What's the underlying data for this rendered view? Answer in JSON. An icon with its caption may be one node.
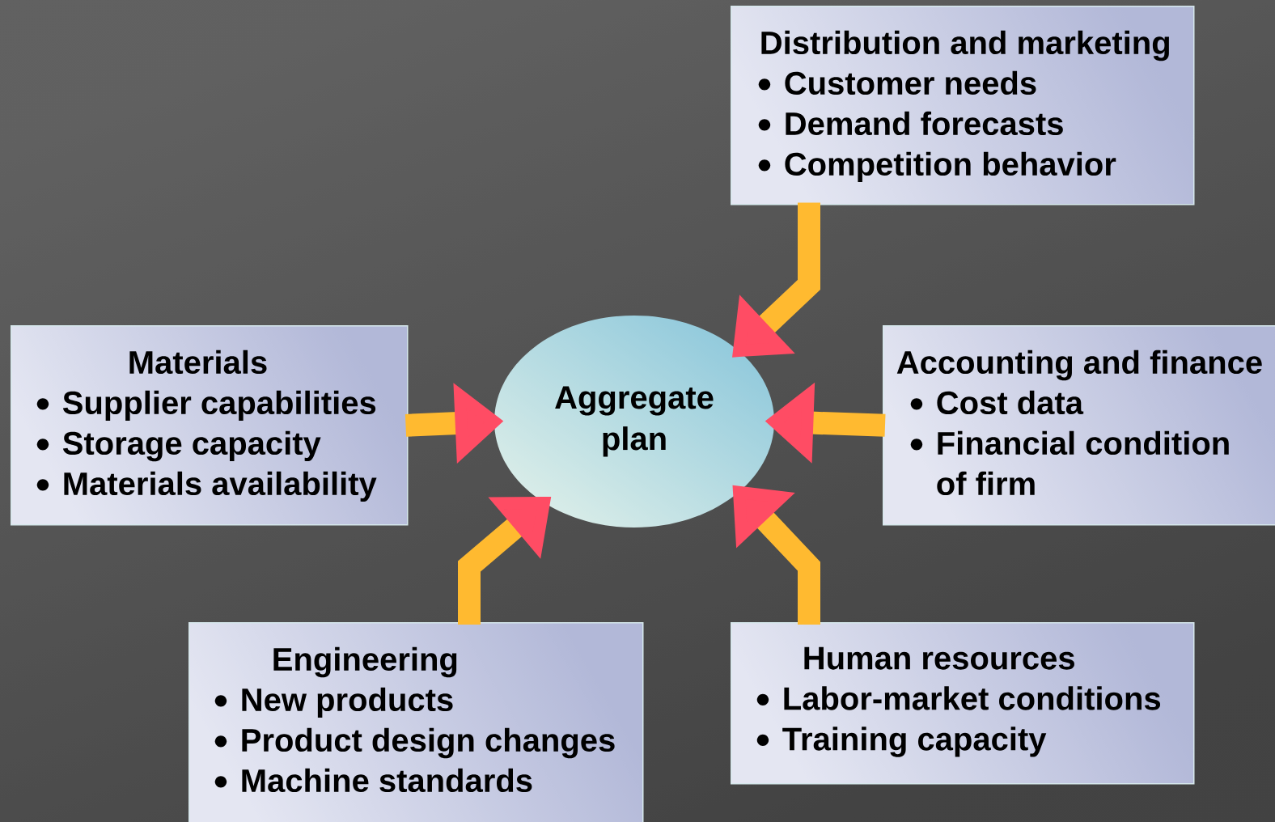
{
  "diagram": {
    "nodes": [
      {
        "text": [
          "Distribution and marketing",
          "Customer needs",
          "Demand forecasts",
          "Competition behavior"
        ]
      },
      {
        "text": [
          "Materials",
          "Supplier capabilities",
          "Storage capacity",
          "Materials availability"
        ]
      },
      {
        "text": [
          "Aggregate plan"
        ]
      },
      {
        "text": [
          "Accounting and finance",
          "Cost data",
          "Financial condition of firm"
        ]
      },
      {
        "text": [
          "Engineering",
          "New products",
          "Product design changes",
          "Machine standards"
        ]
      },
      {
        "text": [
          "Human resources",
          "Labor-market conditions",
          "Training capacity"
        ]
      }
    ],
    "edges": [
      {
        "from": 0,
        "to": 2,
        "arrow": "to"
      },
      {
        "from": 1,
        "to": 2,
        "arrow": "to"
      },
      {
        "from": 3,
        "to": 2,
        "arrow": "to"
      },
      {
        "from": 4,
        "to": 2,
        "arrow": "to"
      },
      {
        "from": 5,
        "to": 2,
        "arrow": "to"
      }
    ]
  }
}
